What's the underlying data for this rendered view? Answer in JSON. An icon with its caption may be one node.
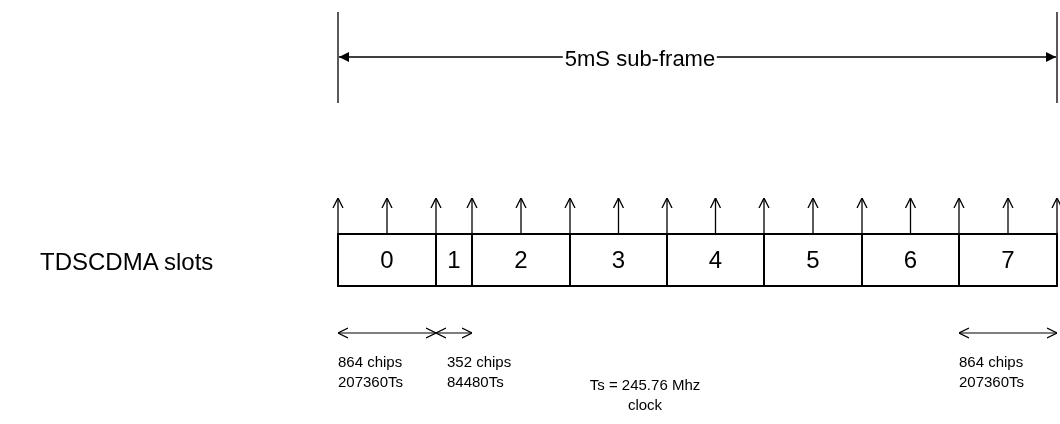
{
  "diagram": {
    "nodes": [
      {
        "text": [
          "0"
        ]
      },
      {
        "text": [
          "1"
        ]
      },
      {
        "text": [
          "2"
        ]
      },
      {
        "text": [
          "3"
        ]
      },
      {
        "text": [
          "4"
        ]
      },
      {
        "text": [
          "5"
        ]
      },
      {
        "text": [
          "6"
        ]
      },
      {
        "text": [
          "7"
        ]
      }
    ],
    "edges": [],
    "labels": [
      "5mS sub-frame",
      "TDSCDMA slots",
      "864 chips 207360Ts",
      "352 chips 84480Ts",
      "Ts = 245.76 Mhz clock",
      "864 chips 207360Ts"
    ]
  }
}
